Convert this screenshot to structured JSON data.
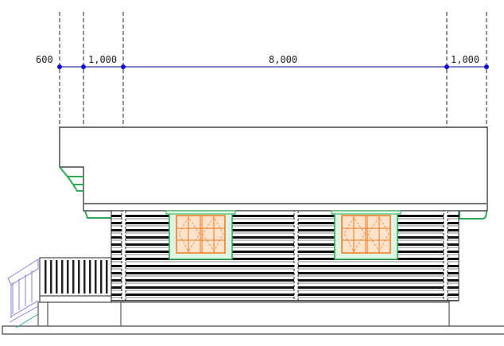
{
  "drawing": {
    "type": "elevation",
    "dimensions": [
      {
        "label": "600"
      },
      {
        "label": "1,000"
      },
      {
        "label": "8,000"
      },
      {
        "label": "1,000"
      }
    ]
  },
  "colors": {
    "dimension_line": "#5a5ab0",
    "dimension_dot": "#1010d0",
    "trim": "#2eaa55",
    "trim_fill": "#dff5e4",
    "glass_frame": "#f07a20",
    "glass_fill": "#fde3cc",
    "stair_rail": "#8080e0",
    "outline": "#222222"
  }
}
